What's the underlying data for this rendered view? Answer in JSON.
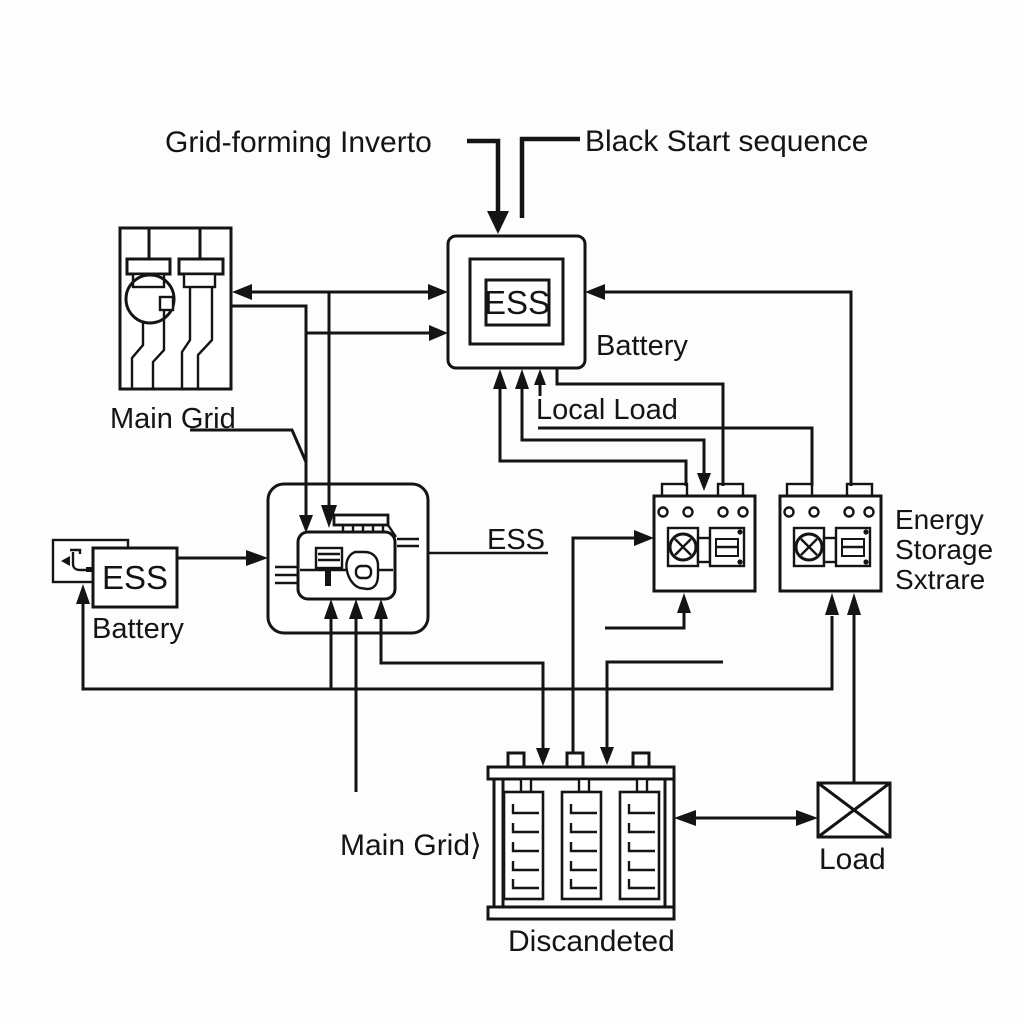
{
  "diagram": {
    "type": "block-diagram",
    "subject": "Black start sequence of grid-forming inverter with ESS",
    "colors": {
      "stroke": "#141414",
      "background": "#fdfdfd",
      "fill": "#ffffff"
    },
    "labels": {
      "grid_forming_inverter": "Grid-forming Inverto",
      "black_start": "Black Start sequence",
      "ess_center": "ESS",
      "battery_center": "Battery",
      "main_grid_top": "Main Grid",
      "local_load": "Local Load",
      "ess_mid": "ESS",
      "ess_left": "ESS",
      "battery_left": "Battery",
      "energy_storage_line1": "Energy",
      "energy_storage_line2": "Storage",
      "energy_storage_line3": "Sxtrare",
      "main_grid_bottom": "Main Grid⟩",
      "load": "Load",
      "discandeted": "Discandeted"
    },
    "icons": [
      "switchgear-icon",
      "generator-engine-icon",
      "circuit-breaker-icon",
      "battery-bank-icon",
      "load-x-icon",
      "clamp-probe-icon"
    ]
  }
}
